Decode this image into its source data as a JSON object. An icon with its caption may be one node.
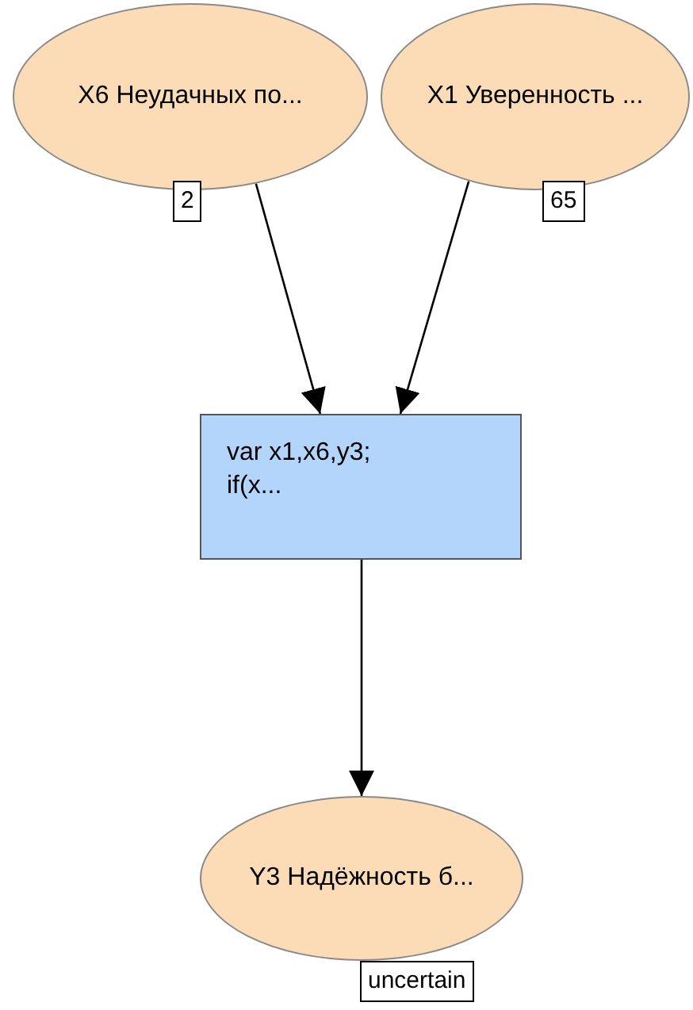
{
  "diagram": {
    "nodes": [
      {
        "text": [
          "X6 Неудачных по..."
        ],
        "beside": [
          "2"
        ]
      },
      {
        "text": [
          "X1 Уверенность ..."
        ],
        "beside": [
          "65"
        ]
      },
      {
        "text": [
          "var x1,x6,y3; if(x..."
        ]
      },
      {
        "text": [
          "Y3 Надёжность б..."
        ],
        "beside": [
          "uncertain"
        ]
      }
    ],
    "edges": [
      {
        "from": 0,
        "to": 2,
        "arrow": "to"
      },
      {
        "from": 1,
        "to": 2,
        "arrow": "to"
      },
      {
        "from": 2,
        "to": 3,
        "arrow": "to"
      }
    ]
  }
}
